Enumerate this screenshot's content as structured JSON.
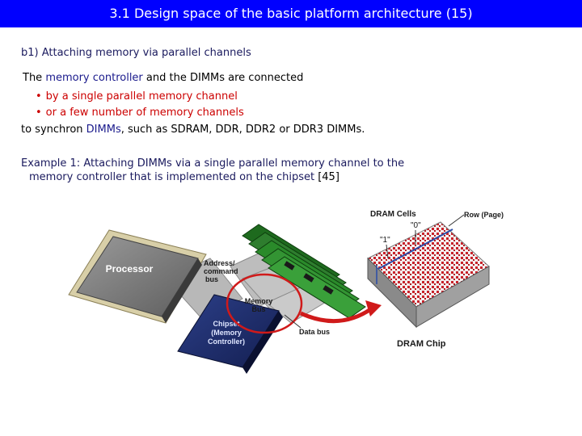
{
  "title": "3.1 Design space of the basic platform architecture (15)",
  "heading": "b1) Attaching memory via parallel channels",
  "intro": {
    "prefix": "The ",
    "highlight": "memory controller",
    "suffix": " and the DIMMs are connected"
  },
  "bullets": [
    "by a single parallel memory channel",
    "or a few number of memory channels"
  ],
  "sync_line": {
    "prefix": "to synchron ",
    "highlight": "DIMMs",
    "suffix": ", such as SDRAM, DDR, DDR2 or DDR3 DIMMs."
  },
  "example": {
    "line1": "Example 1: Attaching DIMMs via a single parallel memory channel to the",
    "line2": "memory controller that is implemented on the chipset",
    "ref": "[45]"
  },
  "figure": {
    "processor": "Processor",
    "address_bus": [
      "Address/",
      "command",
      "bus"
    ],
    "memory_bus": [
      "Memory",
      "Bus"
    ],
    "chipset": [
      "Chipset",
      "(Memory",
      "Controller)"
    ],
    "data_bus": "Data bus",
    "dram_cells": "DRAM Cells",
    "row_page": "Row (Page)",
    "cell_zero": "\"0\"",
    "cell_one": "\"1\"",
    "dram_chip": "DRAM Chip",
    "colors": {
      "processor": "#7d7d7d",
      "chipset": "#1f2f6e",
      "dimm": "#2e7d2e",
      "arrow": "#d01a1a",
      "title_bar": "#0000ff"
    }
  }
}
